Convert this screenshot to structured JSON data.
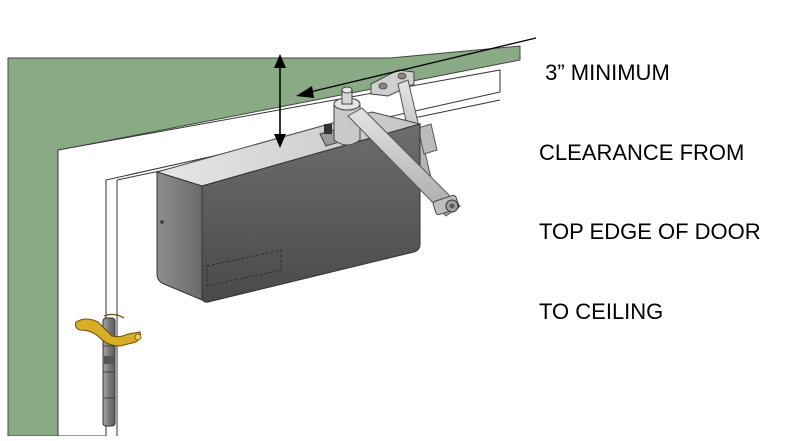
{
  "diagram": {
    "callout_lines": [
      " 3” MINIMUM",
      "CLEARANCE FROM",
      "TOP EDGE OF DOOR",
      "TO CEILING"
    ]
  },
  "colors": {
    "wall": "#8aaa86",
    "frame": "#ffffff",
    "closer_body": "#5a5a5a",
    "closer_top": "#d8d8d8",
    "arm": "#c8c8c8",
    "hinge": "#7e7e7e",
    "brass_fitting": "#d8ad28",
    "callout_text": "#000000"
  }
}
